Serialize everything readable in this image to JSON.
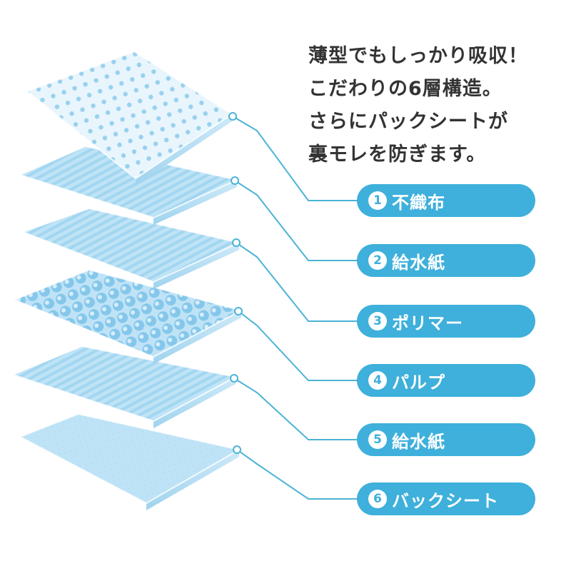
{
  "headline": {
    "lines": [
      "薄型でもしっかり吸収！",
      "こだわりの6層構造。",
      "さらにパックシートが",
      "裏モレを防ぎます。"
    ]
  },
  "layers": [
    {
      "number": "1",
      "label": "不織布",
      "texture": "dots"
    },
    {
      "number": "2",
      "label": "給水紙",
      "texture": "stripes"
    },
    {
      "number": "3",
      "label": "ポリマー",
      "texture": "stripes"
    },
    {
      "number": "4",
      "label": "パルプ",
      "texture": "bubbles"
    },
    {
      "number": "5",
      "label": "給水紙",
      "texture": "stripes"
    },
    {
      "number": "6",
      "label": "バックシート",
      "texture": "mesh"
    }
  ],
  "colors": {
    "accent": "#3eb0db",
    "line": "#4bb3d6",
    "text": "#333333",
    "sheet_light": "#e9f5fc",
    "sheet_mid": "#bfe3f6",
    "sheet_dark": "#8fcdee"
  }
}
